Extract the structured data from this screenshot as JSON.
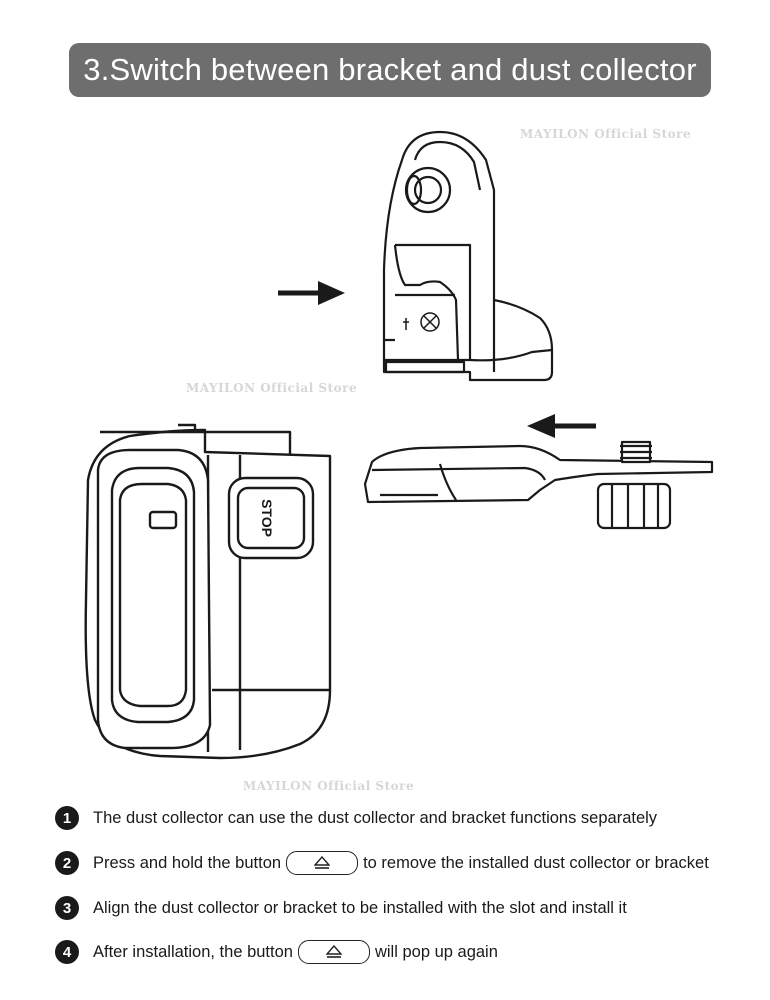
{
  "title": "3.Switch between bracket and dust collector",
  "watermark": "MAYILON Official Store",
  "device_label": "STOP",
  "steps": [
    {
      "number": "1",
      "text_before": "The dust collector can use the dust collector and bracket functions separately",
      "text_after": "",
      "has_button": false
    },
    {
      "number": "2",
      "text_before": "Press and hold the button",
      "text_after": "to remove the installed dust collector or bracket",
      "has_button": true
    },
    {
      "number": "3",
      "text_before": "Align the dust collector or bracket to be installed with the slot and install it",
      "text_after": "",
      "has_button": false
    },
    {
      "number": "4",
      "text_before": "After installation, the button",
      "text_after": "will pop up again",
      "has_button": true
    }
  ],
  "icons": {
    "release_button": "eject-button-icon",
    "arrow": "arrow-icon"
  }
}
